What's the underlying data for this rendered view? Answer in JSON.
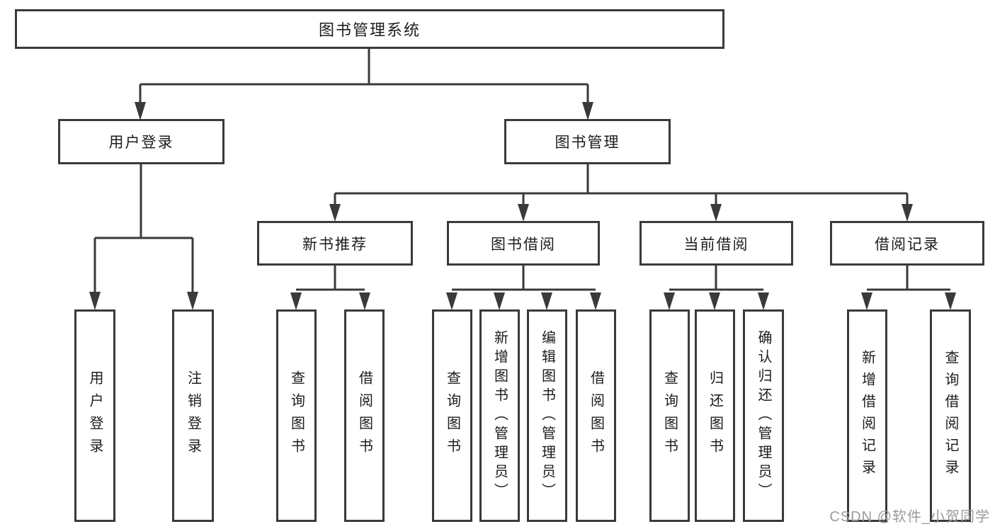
{
  "colors": {
    "line": "#3a3a3a",
    "box_border": "#3a3a3a",
    "text": "#1c1c1c",
    "watermark": "#9b9b9b",
    "background": "#ffffff"
  },
  "watermark": {
    "text": "CSDN @软件_小贺同学"
  },
  "tree": {
    "root": {
      "label": "图书管理系统"
    },
    "level2": [
      {
        "label": "用户登录",
        "children": [
          {
            "label": "用户登录"
          },
          {
            "label": "注销登录"
          }
        ]
      },
      {
        "label": "图书管理",
        "children": [
          {
            "label": "新书推荐",
            "children": [
              {
                "label": "查询图书"
              },
              {
                "label": "借阅图书"
              }
            ]
          },
          {
            "label": "图书借阅",
            "children": [
              {
                "label": "查询图书"
              },
              {
                "label": "新增图书（管理员）"
              },
              {
                "label": "编辑图书（管理员）"
              },
              {
                "label": "借阅图书"
              }
            ]
          },
          {
            "label": "当前借阅",
            "children": [
              {
                "label": "查询图书"
              },
              {
                "label": "归还图书"
              },
              {
                "label": "确认归还（管理员）"
              }
            ]
          },
          {
            "label": "借阅记录",
            "children": [
              {
                "label": "新增借阅记录"
              },
              {
                "label": "查询借阅记录"
              }
            ]
          }
        ]
      }
    ]
  }
}
